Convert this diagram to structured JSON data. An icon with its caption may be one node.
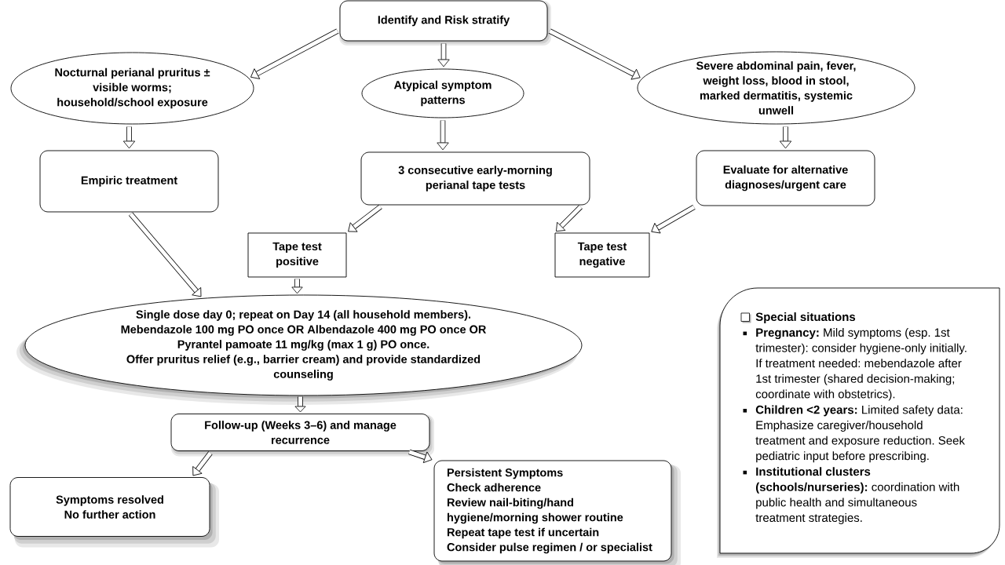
{
  "diagram": {
    "nodes": [
      {
        "text": [
          "Identify and Risk stratify"
        ]
      },
      {
        "text": [
          "Nocturnal perianal pruritus ± visible worms; household/school exposure"
        ]
      },
      {
        "text": [
          "Atypical symptom patterns"
        ]
      },
      {
        "text": [
          "Severe abdominal pain, fever, weight loss, blood in stool, marked dermatitis, systemic unwell"
        ]
      },
      {
        "text": [
          "Empiric treatment"
        ]
      },
      {
        "text": [
          "3 consecutive early-morning perianal tape tests"
        ]
      },
      {
        "text": [
          "Evaluate for alternative diagnoses/urgent care"
        ]
      },
      {
        "text": [
          "Tape test positive"
        ]
      },
      {
        "text": [
          "Tape test negative"
        ]
      },
      {
        "text": [
          "Single dose day 0; repeat on Day 14 (all household members).",
          "Mebendazole 100 mg PO once OR Albendazole 400 mg PO once OR Pyrantel pamoate 11 mg/kg (max 1 g) PO once.",
          "Offer pruritus relief (e.g., barrier cream) and provide standardized counseling"
        ]
      },
      {
        "text": [
          "Follow-up (Weeks 3–6) and manage recurrence"
        ]
      },
      {
        "text": [
          "Symptoms resolved",
          "No further action"
        ]
      },
      {
        "text": [
          "Persistent Symptoms",
          "Check adherence",
          "Review nail-biting/hand hygiene/morning shower routine",
          "Repeat tape test if uncertain",
          "Consider pulse regimen / or specialist"
        ]
      },
      {
        "text": [
          "Special situations",
          "**Pregnancy:** Mild symptoms (esp. 1st trimester): consider hygiene-only initially. If treatment needed: mebendazole after 1st trimester (shared decision-making; coordinate with obstetrics).",
          "**Children <2 years:** Limited safety data: Emphasize caregiver/household treatment and exposure reduction. Seek pediatric input before prescribing.",
          "**Institutional clusters (schools/nurseries):** coordination with public health and simultaneous treatment strategies."
        ]
      }
    ],
    "edges": [
      {
        "from": 0,
        "to": 1,
        "arrow": "to"
      },
      {
        "from": 0,
        "to": 2,
        "arrow": "to"
      },
      {
        "from": 0,
        "to": 3,
        "arrow": "to"
      },
      {
        "from": 1,
        "to": 4,
        "arrow": "to"
      },
      {
        "from": 2,
        "to": 5,
        "arrow": "to"
      },
      {
        "from": 3,
        "to": 6,
        "arrow": "to"
      },
      {
        "from": 4,
        "to": 9,
        "arrow": "to"
      },
      {
        "from": 5,
        "to": 7,
        "arrow": "to"
      },
      {
        "from": 5,
        "to": 8,
        "arrow": "to"
      },
      {
        "from": 6,
        "to": 8,
        "arrow": "to"
      },
      {
        "from": 7,
        "to": 9,
        "arrow": "to"
      },
      {
        "from": 9,
        "to": 10,
        "arrow": "to"
      },
      {
        "from": 10,
        "to": 11,
        "arrow": "to"
      },
      {
        "from": 10,
        "to": 12,
        "arrow": "to"
      }
    ]
  }
}
